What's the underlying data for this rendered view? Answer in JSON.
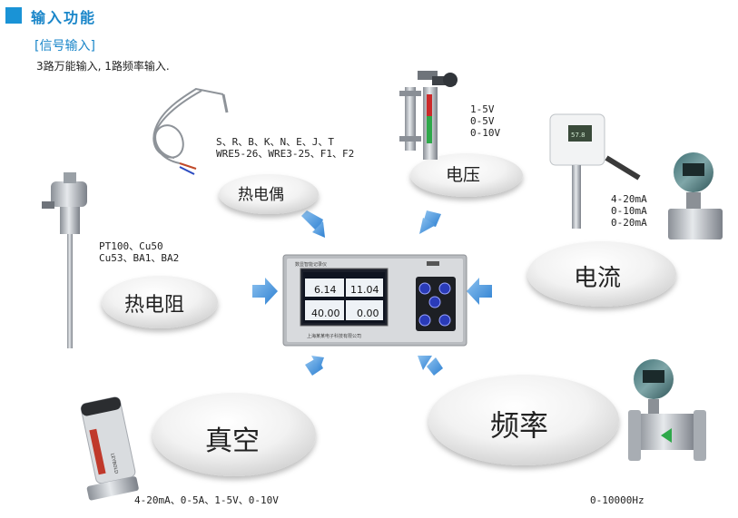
{
  "header": {
    "title": "输入功能"
  },
  "section": {
    "label": "[信号输入]",
    "desc": "3路万能输入, 1路频率输入."
  },
  "bubbles": {
    "thermocouple": "热电偶",
    "voltage": "电压",
    "rtd": "热电阻",
    "current": "电流",
    "vacuum": "真空",
    "frequency": "频率"
  },
  "specs": {
    "thermocouple": [
      "S、R、B、K、N、E、J、T",
      "WRE5-26、WRE3-25、F1、F2"
    ],
    "voltage": [
      "1-5V",
      "0-5V",
      "0-10V"
    ],
    "rtd": [
      "PT100、Cu50",
      "Cu53、BA1、BA2"
    ],
    "current": [
      "4-20mA",
      "0-10mA",
      "0-20mA"
    ],
    "vacuum": [
      "4-20mA、0-5A、1-5V、0-10V"
    ],
    "frequency": [
      "0-10000Hz"
    ]
  },
  "device": {
    "title": "数显智能记录仪",
    "values": [
      "6.14",
      "11.04",
      "40.00",
      "0.00"
    ],
    "footer": "上海某某电子科技有限公司"
  },
  "colors": {
    "accent": "#1a93d6",
    "arrow": "#3d8fd9",
    "bubble": "#e6e6e6"
  }
}
